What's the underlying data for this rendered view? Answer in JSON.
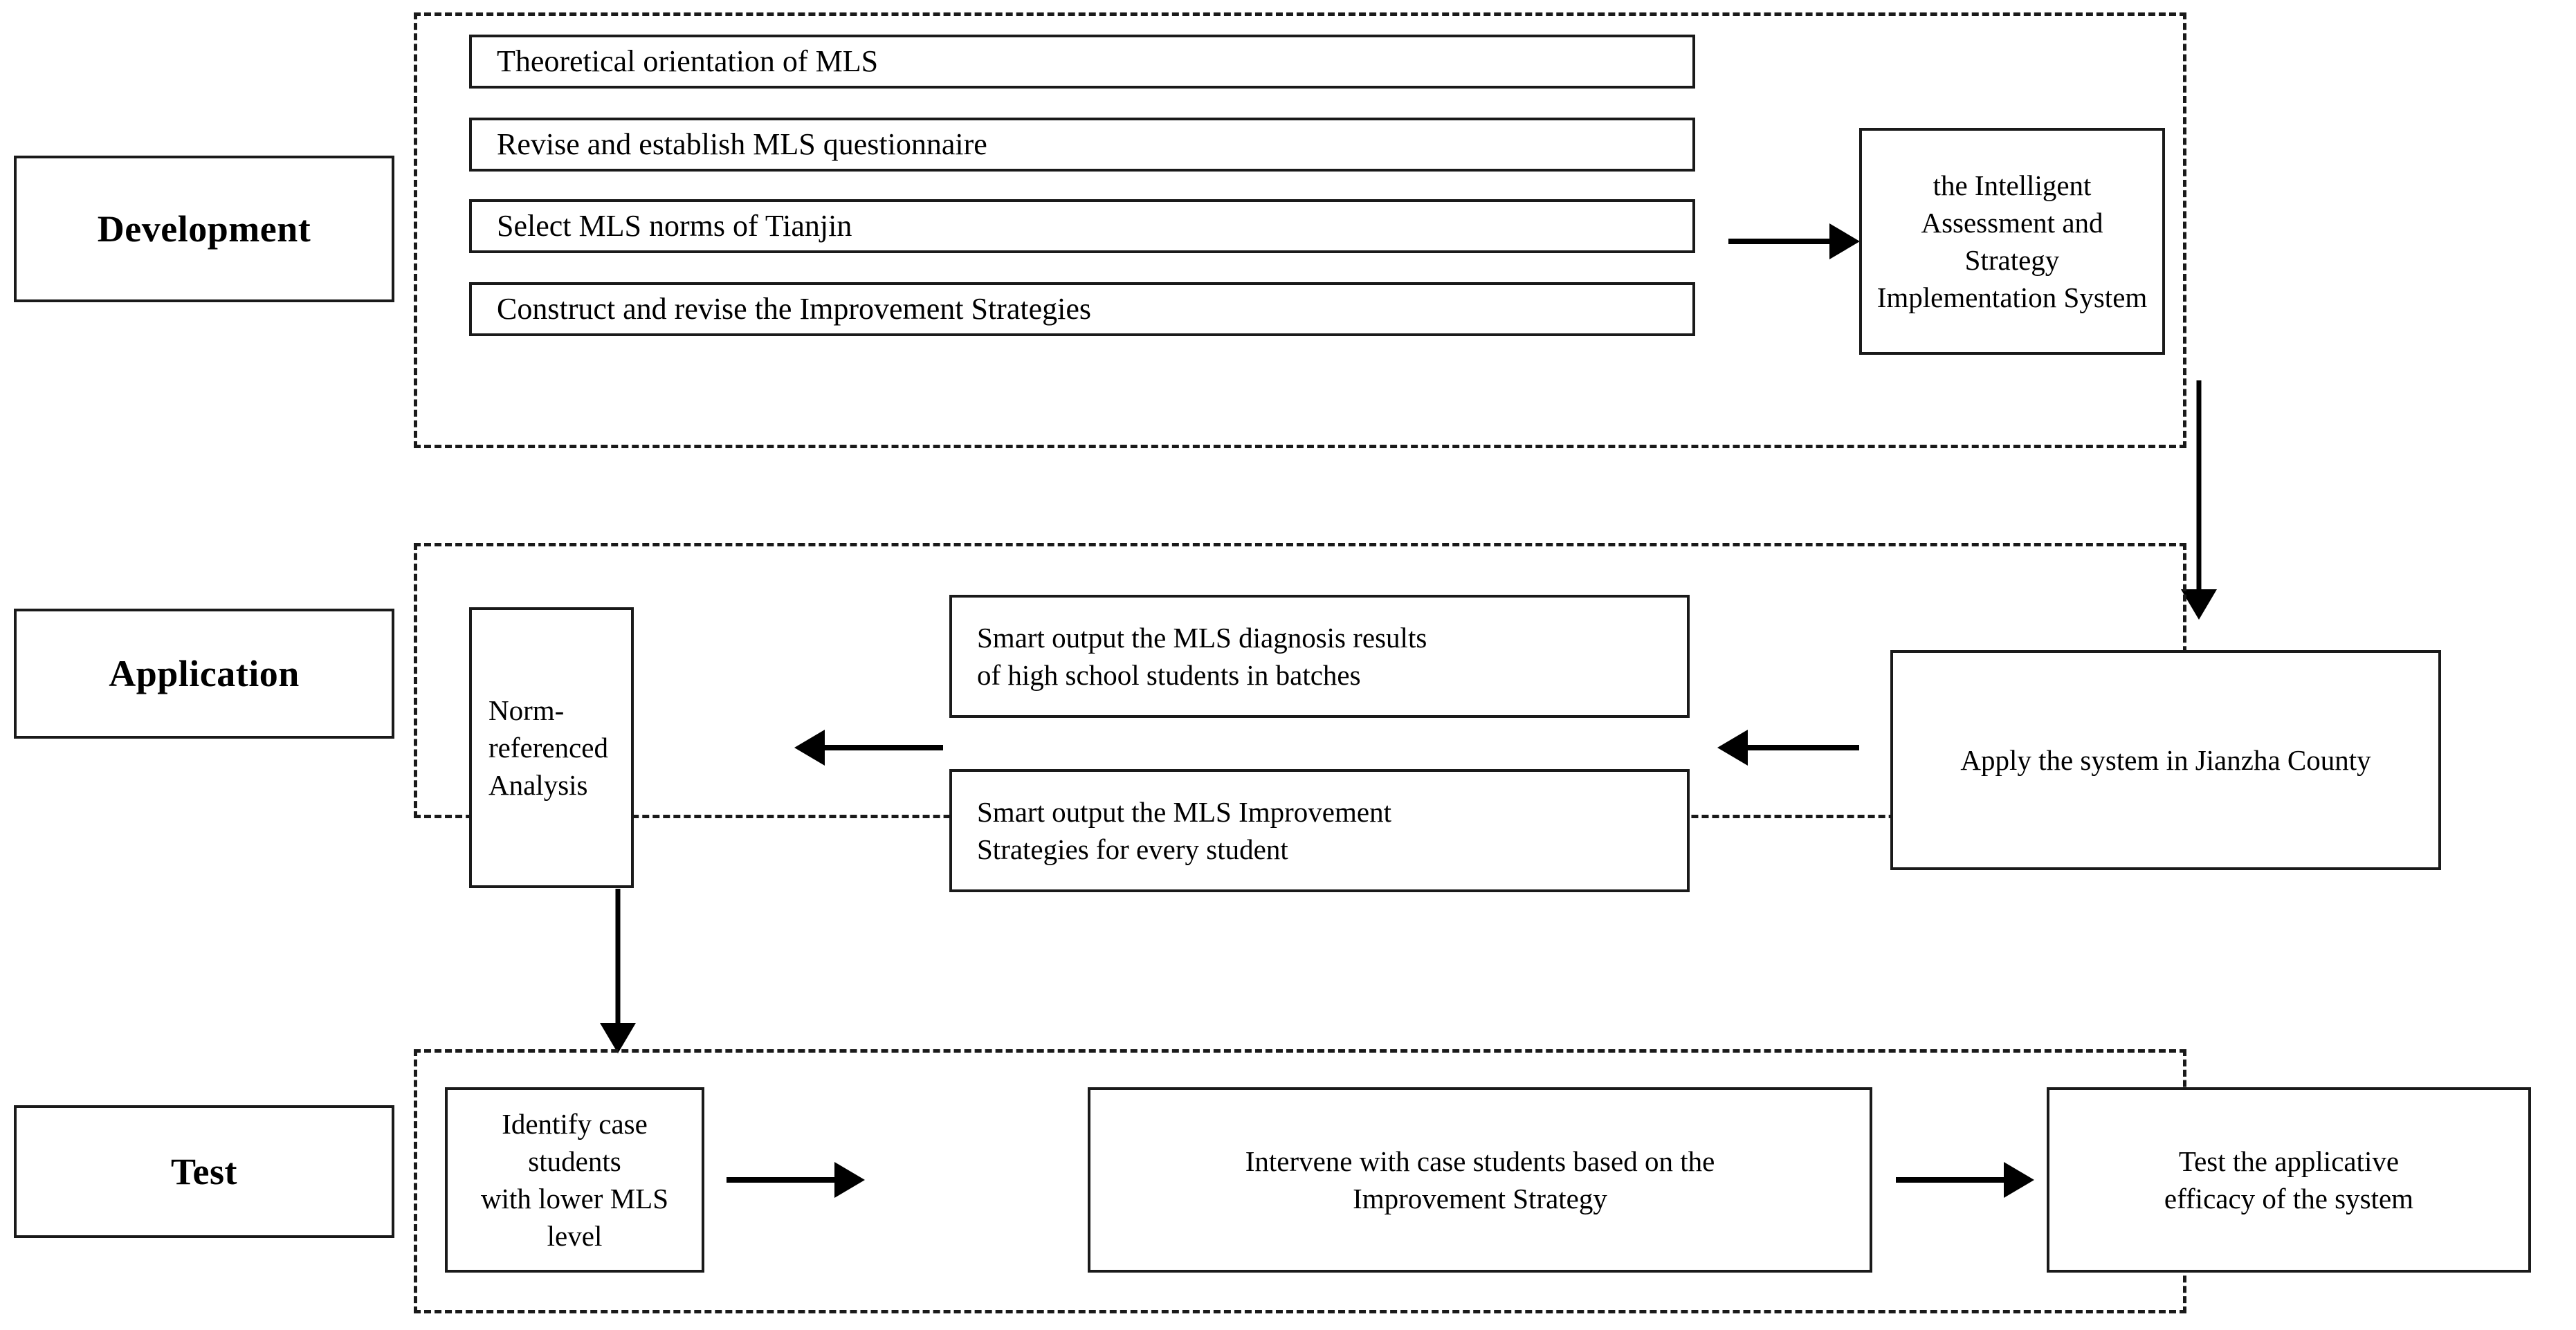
{
  "diagram": {
    "title": "Development / Application / Test research flowchart",
    "accent_color": "#1a1a1a",
    "background_color": "#ffffff"
  },
  "stages": [
    {
      "key": "development",
      "label": "Development",
      "steps": [
        {
          "key": "theoretical-orientation",
          "text": "Theoretical  orientation of MLS"
        },
        {
          "key": "revise-questionnaire",
          "text": "Revise and establish MLS questionnaire"
        },
        {
          "key": "select-norms",
          "text": "Select MLS norms of Tianjin"
        },
        {
          "key": "construct-strategies",
          "text": "Construct and revise the Improvement Strategies"
        }
      ],
      "outcome": {
        "key": "assessment-system",
        "line1": "the Intelligent Assessment and",
        "line2": "Strategy Implementation System"
      }
    },
    {
      "key": "application",
      "label": "Application",
      "analysis": {
        "key": "norm-referenced-analysis",
        "line1": "Norm-referenced",
        "line2": "Analysis"
      },
      "outputs": [
        {
          "key": "diagnosis-results",
          "line1": "Smart output the MLS diagnosis results",
          "line2": "of high school students in batches"
        },
        {
          "key": "improvement-strategies",
          "line1": "Smart output the MLS Improvement",
          "line2": "Strategies for every student"
        }
      ],
      "apply": {
        "key": "apply-jianzha",
        "text": "Apply the system in Jianzha County"
      }
    },
    {
      "key": "test",
      "label": "Test",
      "steps": [
        {
          "key": "identify-case-students",
          "line1": "Identify case students",
          "line2": "with lower MLS level"
        },
        {
          "key": "intervene-case-students",
          "line1": "Intervene with case students based on the",
          "line2": "Improvement Strategy"
        },
        {
          "key": "test-efficacy",
          "line1": "Test the applicative",
          "line2": "efficacy of the system"
        }
      ]
    }
  ]
}
